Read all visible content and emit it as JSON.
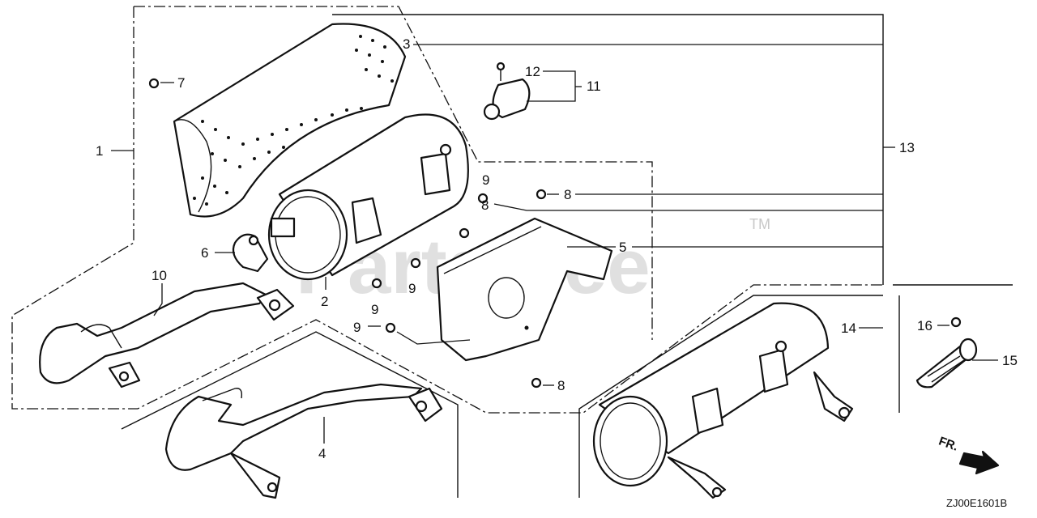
{
  "watermark": {
    "brand": "PartsTree",
    "trademark": "TM"
  },
  "diagram_code": "ZJ00E1601B",
  "direction_label": "FR.",
  "callouts": {
    "c1": "1",
    "c2": "2",
    "c3": "3",
    "c4": "4",
    "c5": "5",
    "c6": "6",
    "c7": "7",
    "c8a": "8",
    "c8b": "8",
    "c8c": "8",
    "c9a": "9",
    "c9b": "9",
    "c9c": "9",
    "c9d": "9",
    "c10": "10",
    "c11": "11",
    "c12": "12",
    "c13": "13",
    "c14": "14",
    "c15": "15",
    "c16": "16"
  }
}
